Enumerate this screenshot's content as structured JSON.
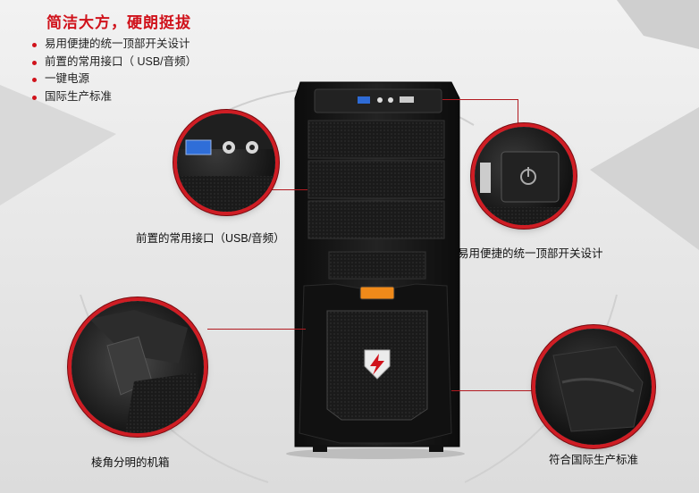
{
  "header": {
    "title": "简洁大方，硬朗挺拔",
    "features": [
      "易用便捷的统一顶部开关设计",
      "前置的常用接口（ USB/音频）",
      "一键电源",
      "国际生产标准"
    ]
  },
  "callouts": {
    "front_ports": "前置的常用接口（USB/音频）",
    "top_switch": "易用便捷的统一顶部开关设计",
    "angular_chassis": "棱角分明的机箱",
    "standard": "符合国际生产标准"
  },
  "colors": {
    "accent": "#d0121b",
    "case": "#141414"
  }
}
